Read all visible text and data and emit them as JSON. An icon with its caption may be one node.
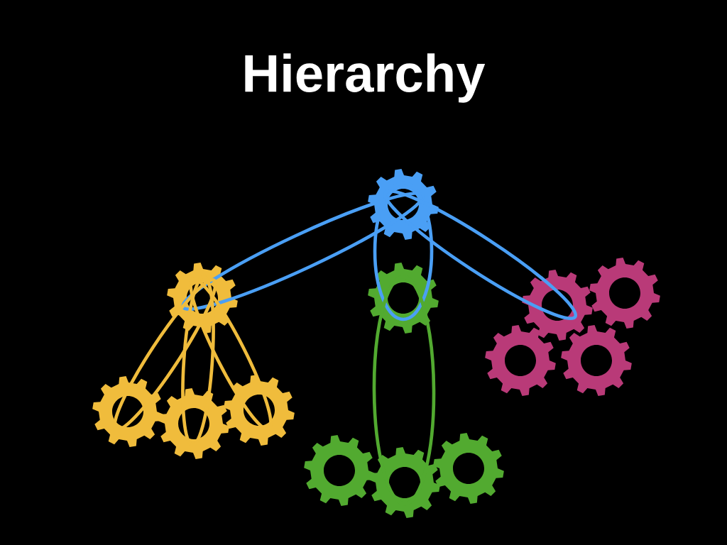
{
  "diagram": {
    "title": "Hierarchy",
    "nodes": [
      {
        "text": [],
        "shape": "gear"
      },
      {
        "text": [],
        "shape": "gear"
      },
      {
        "text": [],
        "shape": "gear"
      },
      {
        "text": [],
        "shape": "gear"
      },
      {
        "text": [],
        "shape": "gear"
      },
      {
        "text": [],
        "shape": "gear"
      },
      {
        "text": [],
        "shape": "gear"
      },
      {
        "text": [],
        "shape": "gear"
      },
      {
        "text": [],
        "shape": "gear"
      },
      {
        "text": [],
        "shape": "gear"
      },
      {
        "text": [],
        "shape": "gear"
      },
      {
        "text": [],
        "shape": "gear"
      },
      {
        "text": [],
        "shape": "gear"
      }
    ],
    "edges": [
      {
        "from": 0,
        "to": 1,
        "arrow": "none",
        "color": "#4a9ff5"
      },
      {
        "from": 0,
        "to": 2,
        "arrow": "none",
        "color": "#4a9ff5"
      },
      {
        "from": 0,
        "to": 3,
        "arrow": "none",
        "color": "#4a9ff5"
      },
      {
        "from": 1,
        "to": 7,
        "arrow": "none",
        "color": "#f0bc3c"
      },
      {
        "from": 1,
        "to": 8,
        "arrow": "none",
        "color": "#f0bc3c"
      },
      {
        "from": 1,
        "to": 9,
        "arrow": "none",
        "color": "#f0bc3c"
      },
      {
        "from": 2,
        "to": 11,
        "arrow": "none",
        "color": "#52aa30"
      }
    ]
  }
}
